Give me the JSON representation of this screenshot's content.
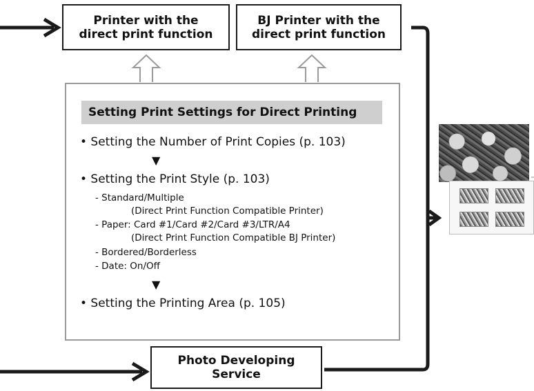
{
  "boxes": {
    "printer": "Printer with the\ndirect print function",
    "bj_printer": "BJ Printer with the\ndirect print function",
    "photo_service": "Photo Developing\nService"
  },
  "panel": {
    "title": "Setting Print Settings for Direct Printing",
    "bullet1": "• Setting the Number of Print Copies (p. 103)",
    "arrow": "▼",
    "bullet2": "• Setting the Print Style (p. 103)",
    "sub1": "- Standard/Multiple",
    "sub1_note": "(Direct Print Function Compatible Printer)",
    "sub2": "- Paper: Card #1/Card #2/Card #3/LTR/A4",
    "sub2_note": "(Direct Print Function Compatible BJ Printer)",
    "sub3": "- Bordered/Borderless",
    "sub4": "- Date: On/Off",
    "bullet3": "• Setting the Printing Area (p. 105)"
  },
  "colors": {
    "line": "#1a1a1a",
    "panel_border": "#9a9a9a",
    "title_bg": "#cfcfcf"
  }
}
